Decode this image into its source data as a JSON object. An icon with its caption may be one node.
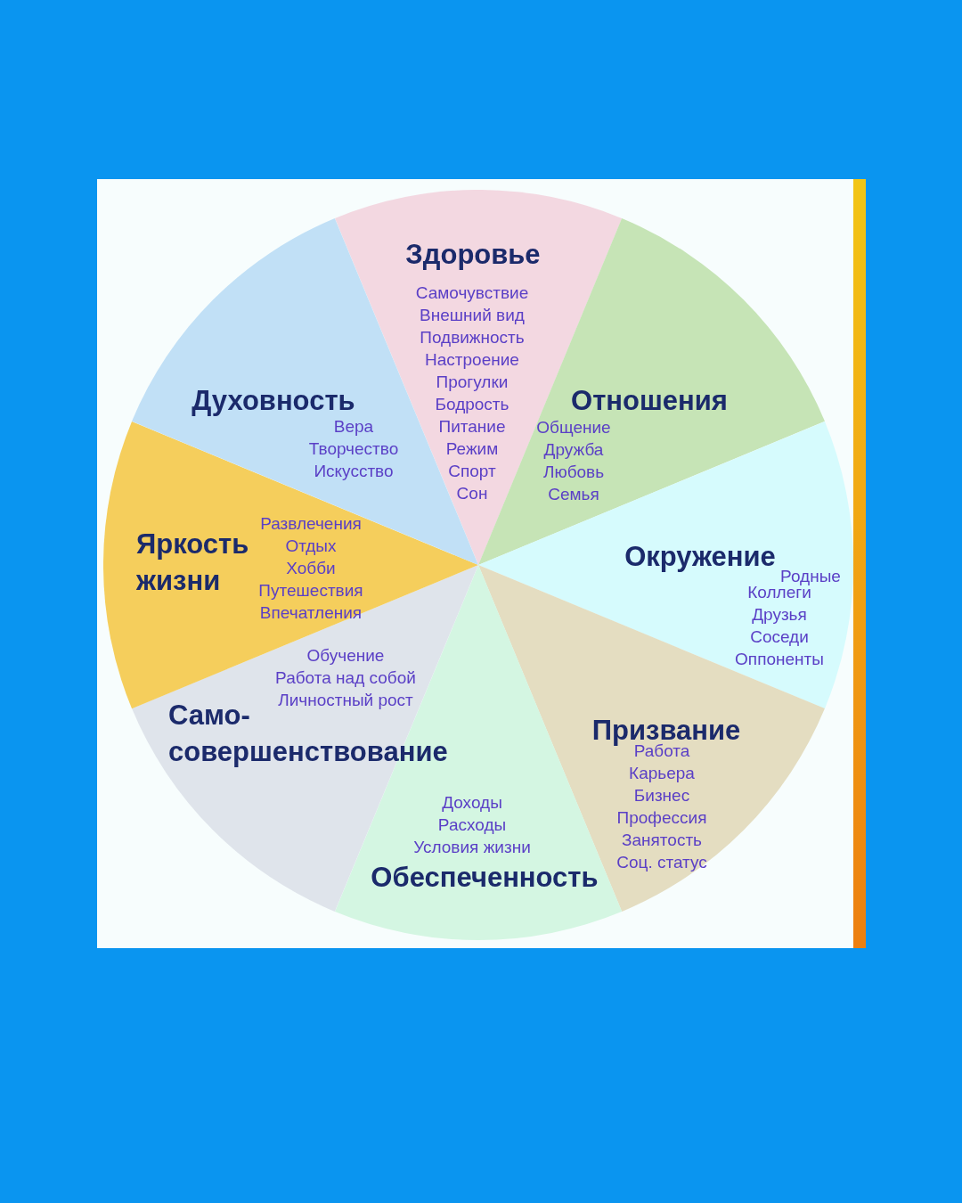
{
  "diagram": {
    "nodes": [
      {
        "text": [
          "Здоровье",
          "Самочувствие",
          "Внешний вид",
          "Подвижность",
          "Настроение",
          "Прогулки",
          "Бодрость",
          "Питание",
          "Режим",
          "Спорт",
          "Сон"
        ]
      },
      {
        "text": [
          "Отношения",
          "Общение",
          "Дружба",
          "Любовь",
          "Семья"
        ]
      },
      {
        "text": [
          "Окружение",
          "Родные",
          "Коллеги",
          "Друзья",
          "Соседи",
          "Оппоненты"
        ]
      },
      {
        "text": [
          "Призвание",
          "Работа",
          "Карьера",
          "Бизнес",
          "Профессия",
          "Занятость",
          "Соц. статус"
        ]
      },
      {
        "text": [
          "Обеспеченность",
          "Доходы",
          "Расходы",
          "Условия жизни"
        ]
      },
      {
        "text": [
          "Само- совершенствование",
          "Обучение",
          "Работа над собой",
          "Личностный рост"
        ]
      },
      {
        "text": [
          "Яркость жизни",
          "Развлечения",
          "Отдых",
          "Хобби",
          "Путешествия",
          "Впечатления"
        ]
      },
      {
        "text": [
          "Духовность",
          "Вера",
          "Творчество",
          "Искусство"
        ]
      }
    ]
  }
}
